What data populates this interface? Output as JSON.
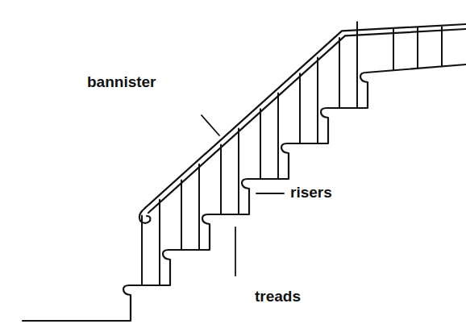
{
  "diagram": {
    "labels": [
      "bannister",
      "risers",
      "treads"
    ]
  }
}
